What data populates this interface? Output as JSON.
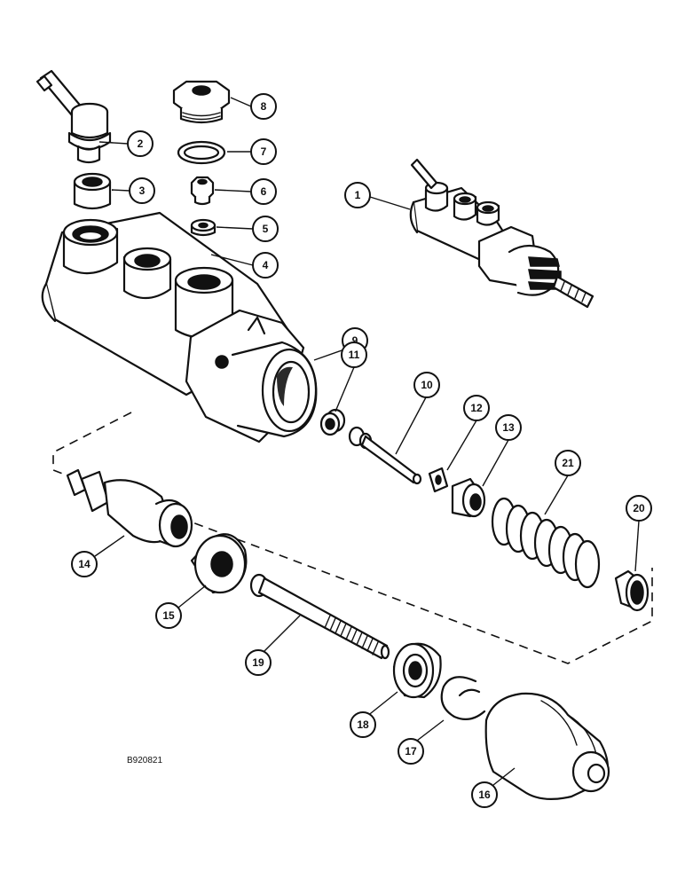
{
  "drawing_code": "B920821",
  "callouts": [
    {
      "label": "1"
    },
    {
      "label": "2"
    },
    {
      "label": "3"
    },
    {
      "label": "4"
    },
    {
      "label": "5"
    },
    {
      "label": "6"
    },
    {
      "label": "7"
    },
    {
      "label": "8"
    },
    {
      "label": "9"
    },
    {
      "label": "10"
    },
    {
      "label": "11"
    },
    {
      "label": "12"
    },
    {
      "label": "13"
    },
    {
      "label": "14"
    },
    {
      "label": "15"
    },
    {
      "label": "16"
    },
    {
      "label": "17"
    },
    {
      "label": "18"
    },
    {
      "label": "19"
    },
    {
      "label": "20"
    },
    {
      "label": "21"
    }
  ]
}
